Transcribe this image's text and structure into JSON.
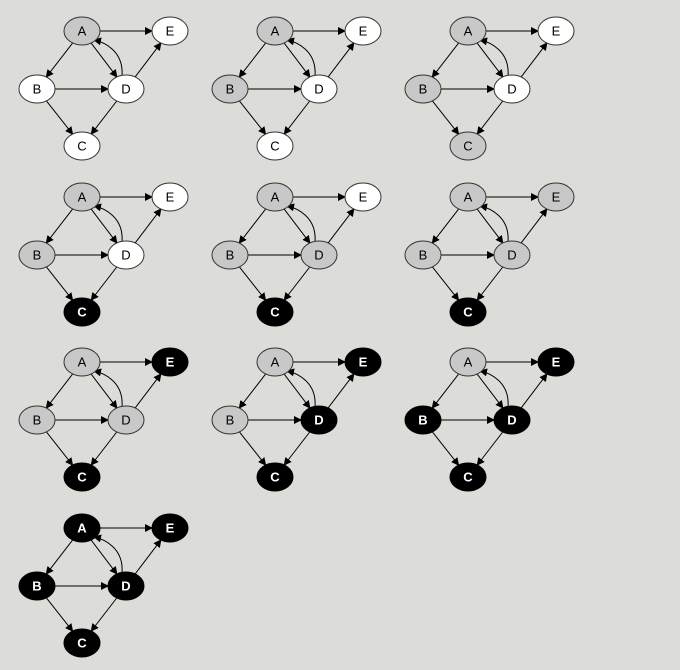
{
  "colors": {
    "background": "#dcdcd8",
    "white": "#ffffff",
    "gray": "#c8c8c8",
    "black": "#000000",
    "edge": "#000000"
  },
  "graph": {
    "nodes": [
      "A",
      "B",
      "C",
      "D",
      "E"
    ],
    "edges": [
      [
        "A",
        "B"
      ],
      [
        "A",
        "D"
      ],
      [
        "A",
        "E"
      ],
      [
        "B",
        "C"
      ],
      [
        "B",
        "D"
      ],
      [
        "D",
        "A"
      ],
      [
        "D",
        "C"
      ],
      [
        "D",
        "E"
      ]
    ]
  },
  "panels": [
    {
      "states": {
        "A": "gray",
        "B": "white",
        "C": "white",
        "D": "white",
        "E": "white"
      }
    },
    {
      "states": {
        "A": "gray",
        "B": "gray",
        "C": "white",
        "D": "white",
        "E": "white"
      }
    },
    {
      "states": {
        "A": "gray",
        "B": "gray",
        "C": "gray",
        "D": "white",
        "E": "white"
      }
    },
    {
      "states": {
        "A": "gray",
        "B": "gray",
        "C": "black",
        "D": "white",
        "E": "white"
      }
    },
    {
      "states": {
        "A": "gray",
        "B": "gray",
        "C": "black",
        "D": "gray",
        "E": "white"
      }
    },
    {
      "states": {
        "A": "gray",
        "B": "gray",
        "C": "black",
        "D": "gray",
        "E": "gray"
      }
    },
    {
      "states": {
        "A": "gray",
        "B": "gray",
        "C": "black",
        "D": "gray",
        "E": "black"
      }
    },
    {
      "states": {
        "A": "gray",
        "B": "gray",
        "C": "black",
        "D": "black",
        "E": "black"
      }
    },
    {
      "states": {
        "A": "gray",
        "B": "black",
        "C": "black",
        "D": "black",
        "E": "black"
      }
    },
    {
      "states": {
        "A": "black",
        "B": "black",
        "C": "black",
        "D": "black",
        "E": "black"
      }
    }
  ]
}
